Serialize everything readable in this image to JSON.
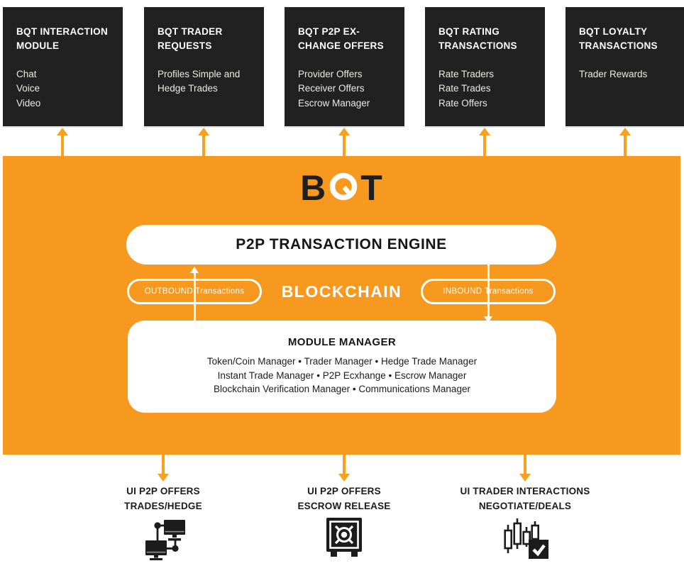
{
  "figure": {
    "logo": {
      "b": "B",
      "q": "Q",
      "t": "T"
    },
    "top_modules": [
      {
        "title": "BQT INTERACTION\nMODULE",
        "items": [
          "Chat",
          "Voice",
          "Video"
        ]
      },
      {
        "title": "BQT TRADER\nREQUESTS",
        "items": [
          "Profiles Simple and\nHedge Trades"
        ]
      },
      {
        "title": "BQT P2P EX-\nCHANGE OFFERS",
        "items": [
          "Provider Offers",
          "Receiver Offers",
          "Escrow Manager"
        ]
      },
      {
        "title": "BQT RATING\nTRANSACTIONS",
        "items": [
          "Rate Traders",
          "Rate Trades",
          "Rate Offers"
        ]
      },
      {
        "title": "BQT LOYALTY\nTRANSACTIONS",
        "items": [
          "Trader Rewards"
        ]
      }
    ],
    "engine_title": "P2P TRANSACTION ENGINE",
    "blockchain_label": "BLOCKCHAIN",
    "outbound_pill": "OUTBOUND Transactions",
    "inbound_pill": "INBOUND Transactions",
    "module_manager": {
      "title": "MODULE MANAGER",
      "lines": [
        "Token/Coin Manager • Trader Manager • Hedge Trade Manager",
        "Instant Trade Manager • P2P Ecxhange • Escrow Manager",
        "Blockchain Verification Manager • Communications Manager"
      ]
    },
    "ui_outputs": [
      {
        "line1": "UI P2P OFFERS",
        "line2": "TRADES/HEDGE",
        "icon": "network-computers-icon"
      },
      {
        "line1": "UI P2P OFFERS",
        "line2": "ESCROW RELEASE",
        "icon": "safe-vault-icon"
      },
      {
        "line1": "UI TRADER INTERACTIONS",
        "line2": "NEGOTIATE/DEALS",
        "icon": "candlestick-check-icon"
      }
    ],
    "colors": {
      "orange": "#F7991E",
      "arrow_orange": "#F6A21F",
      "panel_black": "#212121",
      "white": "#FFFFFF"
    }
  }
}
